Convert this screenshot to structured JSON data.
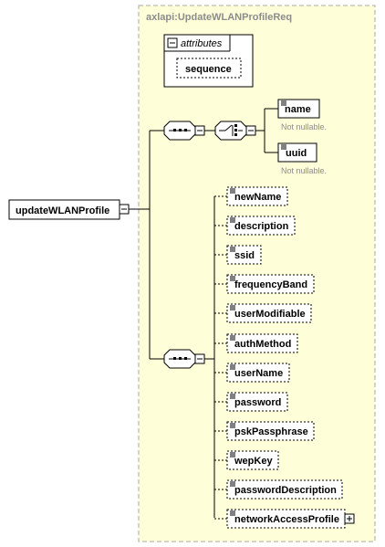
{
  "diagram": {
    "type_name": "axlapi:UpdateWLANProfileReq",
    "root_element": "updateWLANProfile",
    "attributes_label": "attributes",
    "sequence_label": "sequence",
    "choice_items": [
      {
        "name": "name",
        "note": "Not nullable."
      },
      {
        "name": "uuid",
        "note": "Not nullable."
      }
    ],
    "optional_items": [
      {
        "name": "newName",
        "expandable": false
      },
      {
        "name": "description",
        "expandable": false
      },
      {
        "name": "ssid",
        "expandable": false
      },
      {
        "name": "frequencyBand",
        "expandable": false
      },
      {
        "name": "userModifiable",
        "expandable": false
      },
      {
        "name": "authMethod",
        "expandable": false
      },
      {
        "name": "userName",
        "expandable": false
      },
      {
        "name": "password",
        "expandable": false
      },
      {
        "name": "pskPassphrase",
        "expandable": false
      },
      {
        "name": "wepKey",
        "expandable": false
      },
      {
        "name": "passwordDescription",
        "expandable": false
      },
      {
        "name": "networkAccessProfile",
        "expandable": true
      }
    ],
    "colors": {
      "panel_fill": "#fefed9",
      "panel_border": "#a8a8a8",
      "title_text": "#8c8c8c",
      "note_text": "#8c8c8c",
      "box_fill": "#ffffff",
      "line": "#000000"
    }
  }
}
